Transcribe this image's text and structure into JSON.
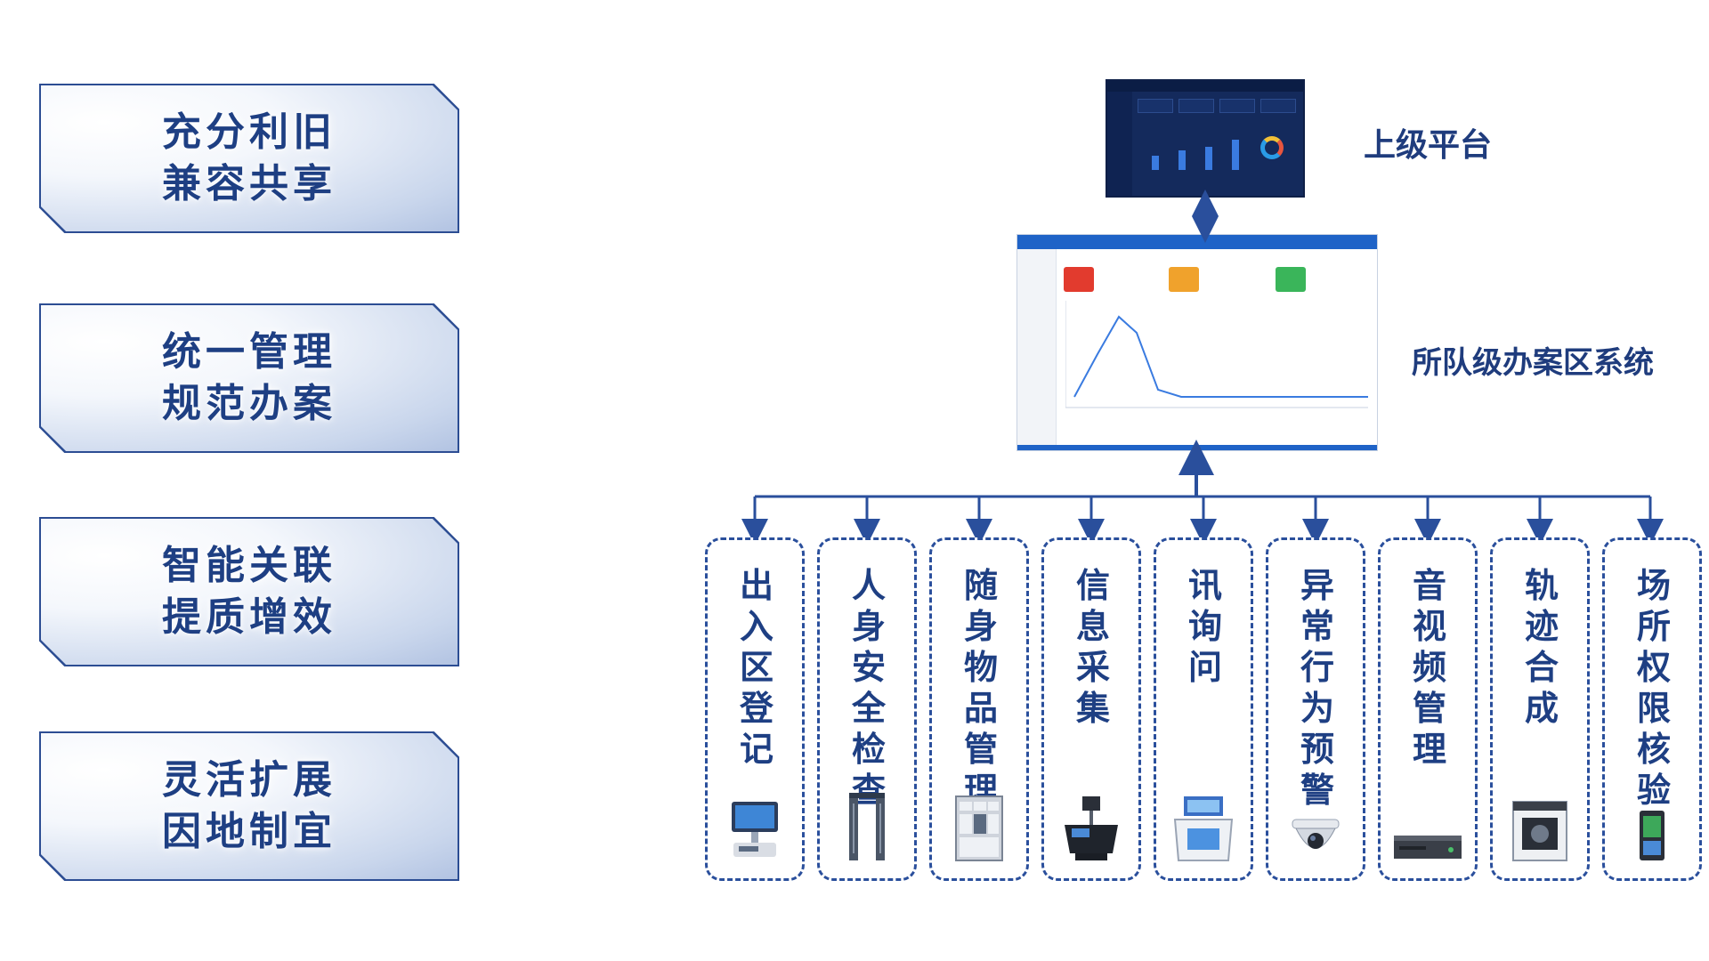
{
  "features": [
    {
      "line1": "充分利旧",
      "line2": "兼容共享"
    },
    {
      "line1": "统一管理",
      "line2": "规范办案"
    },
    {
      "line1": "智能关联",
      "line2": "提质增效"
    },
    {
      "line1": "灵活扩展",
      "line2": "因地制宜"
    }
  ],
  "hierarchy": {
    "upper_platform": "上级平台",
    "case_area_system": "所队级办案区系统"
  },
  "modules": [
    {
      "label": "出入区登记",
      "icon": "registration-terminal-icon"
    },
    {
      "label": "人身安全检查",
      "icon": "security-gate-icon"
    },
    {
      "label": "随身物品管理",
      "icon": "locker-cabinet-icon"
    },
    {
      "label": "信息采集",
      "icon": "collection-station-icon"
    },
    {
      "label": "讯询问",
      "icon": "interrogation-desk-icon"
    },
    {
      "label": "异常行为预警",
      "icon": "dome-camera-icon"
    },
    {
      "label": "音视频管理",
      "icon": "video-recorder-icon"
    },
    {
      "label": "轨迹合成",
      "icon": "disc-burner-icon"
    },
    {
      "label": "场所权限核验",
      "icon": "access-terminal-icon"
    }
  ],
  "colors": {
    "primary": "#1e3f83",
    "connector": "#2a4f9c",
    "card_border": "#2c4d93"
  }
}
